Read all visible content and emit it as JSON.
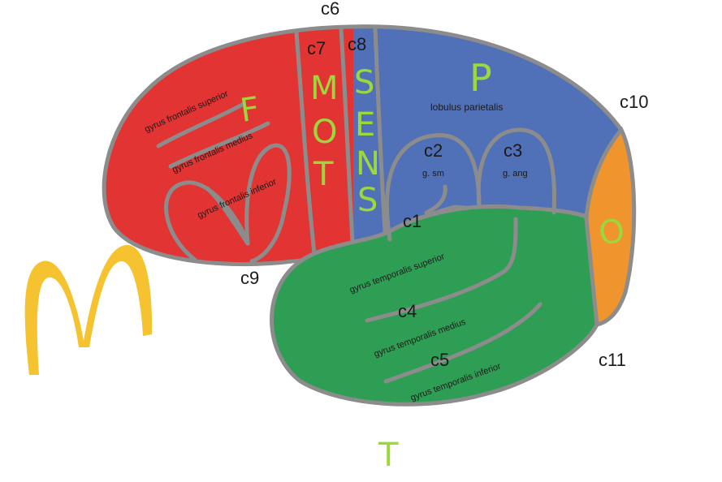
{
  "colors": {
    "frontal": "#e33434",
    "parietal": "#5070b8",
    "temporal": "#2f9e55",
    "occipital": "#f0952e",
    "outline": "#8c8c8c",
    "letters": "#9ad83c",
    "logo": "#f5c230"
  },
  "lobe_letters": {
    "frontal": "F",
    "parietal": "P",
    "occipital": "O",
    "temporal": "T",
    "motor": [
      "M",
      "O",
      "T"
    ],
    "sensory": [
      "S",
      "E",
      "N",
      "S"
    ]
  },
  "markers": {
    "c1": "c1",
    "c2": "c2",
    "c3": "c3",
    "c4": "c4",
    "c5": "c5",
    "c6": "c6",
    "c7": "c7",
    "c8": "c8",
    "c9": "c9",
    "c10": "c10",
    "c11": "c11"
  },
  "gyri": {
    "frontal_superior": "gyrus frontalis superior",
    "frontal_medius": "gyrus frontalis medius",
    "frontal_inferior": "gyrus frontalis inferior",
    "lobulus_parietalis": "lobulus parietalis",
    "g_sm": "g. sm",
    "g_ang": "g. ang",
    "temporal_superior": "gyrus temporalis superior",
    "temporal_medius": "gyrus temporalis medius",
    "temporal_inferior": "gyrus temporalis inferior"
  },
  "logo_icon": "mcdonalds-arches-icon"
}
